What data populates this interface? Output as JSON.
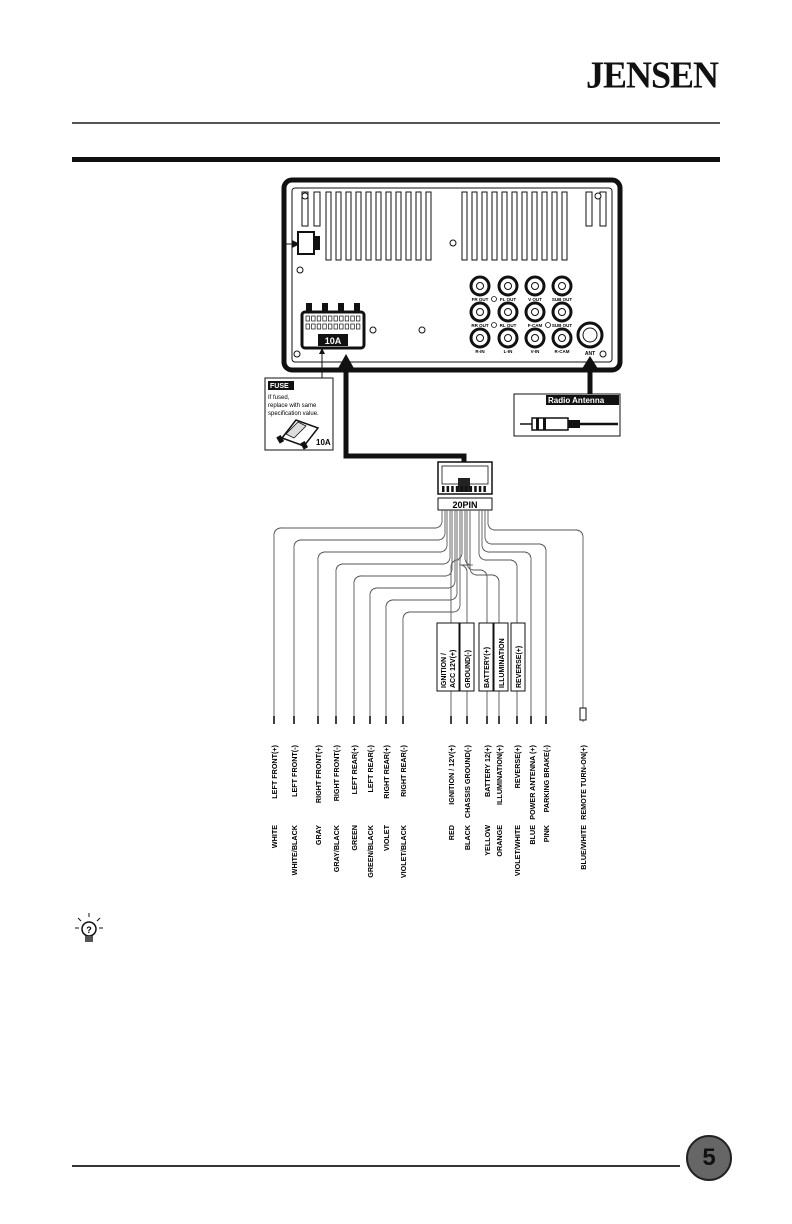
{
  "header": {
    "brand": "JENSEN"
  },
  "page": {
    "number": "5"
  },
  "diagram": {
    "fuse_current": "10A",
    "rca_row1": [
      "FR OUT",
      "FL OUT",
      "V OUT",
      "SUB OUT"
    ],
    "rca_row2": [
      "RR OUT",
      "RL OUT",
      "F-CAM",
      "SUB OUT"
    ],
    "rca_row3": [
      "R-IN",
      "L-IN",
      "V-IN",
      "R-CAM"
    ],
    "antenna_port_label": "ANT",
    "fuse_box": {
      "title": "FUSE",
      "lines": [
        "If fused,",
        "replace with same",
        "specification value."
      ],
      "rating": "10A"
    },
    "antenna_box": {
      "title": "Radio Antenna"
    },
    "connector_label": "20PIN",
    "bundle_labels": [
      {
        "text": "IGNITION /",
        "text2": "ACC 12V(+)"
      },
      {
        "text": "GROUND(-)"
      },
      {
        "text": "BATTERY(+)"
      },
      {
        "text": "ILLUMINATION"
      },
      {
        "text": "REVERSE(+)"
      }
    ],
    "wires": [
      {
        "function": "LEFT FRONT(+)",
        "color": "WHITE"
      },
      {
        "function": "LEFT FRONT(-)",
        "color": "WHITE/BLACK"
      },
      {
        "function": "RIGHT FRONT(+)",
        "color": "GRAY"
      },
      {
        "function": "RIGHT FRONT(-)",
        "color": "GRAY/BLACK"
      },
      {
        "function": "LEFT REAR(+)",
        "color": "GREEN"
      },
      {
        "function": "LEFT REAR(-)",
        "color": "GREEN/BLACK"
      },
      {
        "function": "RIGHT REAR(+)",
        "color": "VIOLET"
      },
      {
        "function": "RIGHT REAR(-)",
        "color": "VIOLET/BLACK"
      },
      {
        "function": "IGNITION / 12V(+)",
        "color": "RED"
      },
      {
        "function": "CHASSIS GROUND(-)",
        "color": "BLACK"
      },
      {
        "function": "BATTERY 12(+)",
        "color": "YELLOW"
      },
      {
        "function": "ILLUMINATION(+)",
        "color": "ORANGE"
      },
      {
        "function": "REVERSE(+)",
        "color": "VIOLET/WHITE"
      },
      {
        "function": "POWER ANTENNA (+)",
        "color": "BLUE"
      },
      {
        "function": "PARKING BRAKE(-)",
        "color": "PINK"
      },
      {
        "function": "REMOTE TURN-ON(+)",
        "color": "BLUE/WHITE"
      }
    ]
  },
  "tip_icon": "lightbulb-icon"
}
